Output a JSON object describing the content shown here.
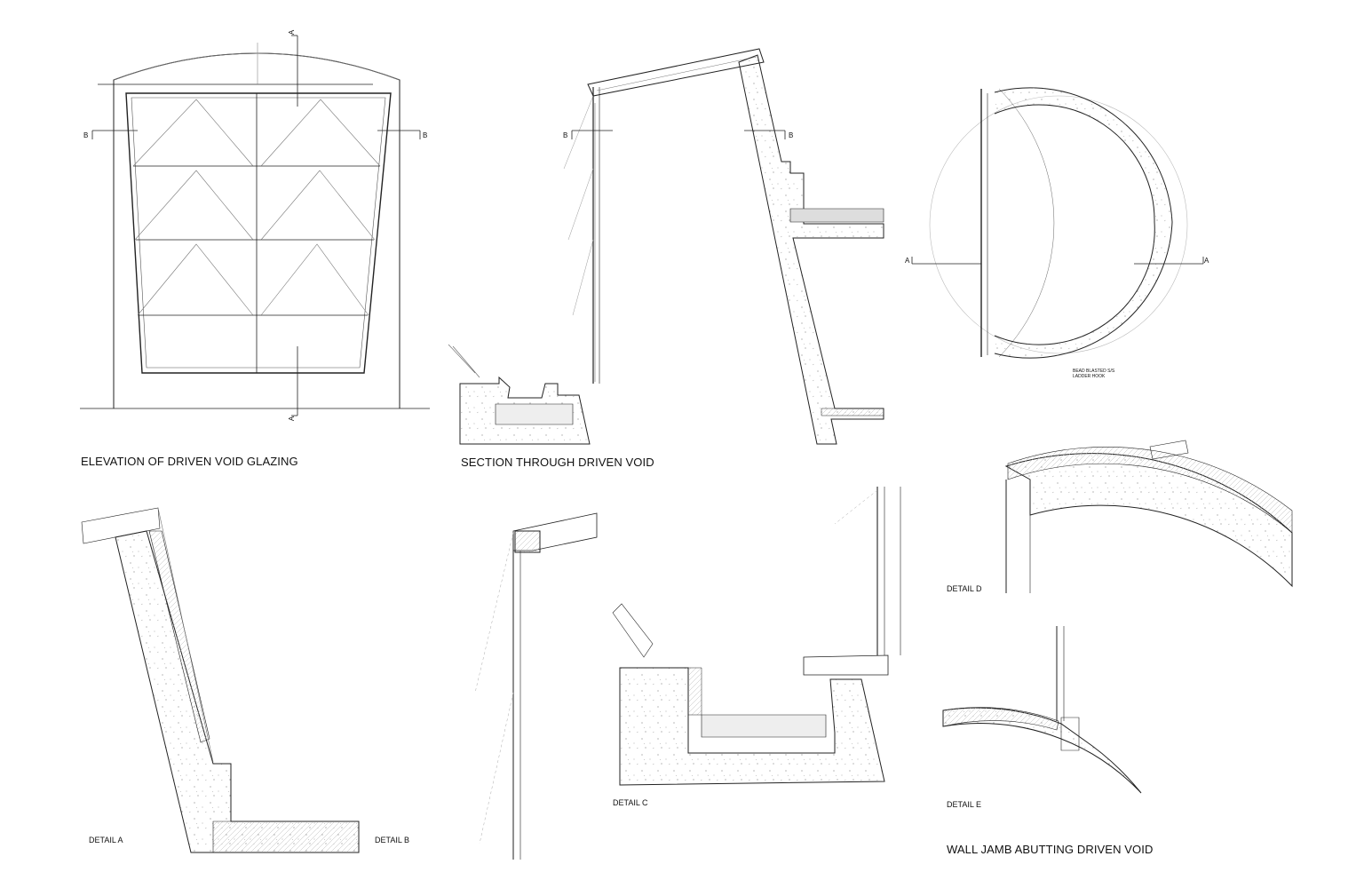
{
  "titles": {
    "elevation": "ELEVATION OF DRIVEN VOID GLAZING",
    "section": "SECTION THROUGH DRIVEN VOID",
    "wall_jamb": "WALL JAMB ABUTTING DRIVEN VOID"
  },
  "details": {
    "a": "DETAIL A",
    "b": "DETAIL B",
    "c": "DETAIL C",
    "d": "DETAIL D",
    "e": "DETAIL E"
  },
  "section_marks": {
    "a": "A",
    "b": "B"
  },
  "annotations": {
    "ladder_hook_line1": "BEAD BLASTED S/S",
    "ladder_hook_line2": "LADDER HOOK"
  }
}
